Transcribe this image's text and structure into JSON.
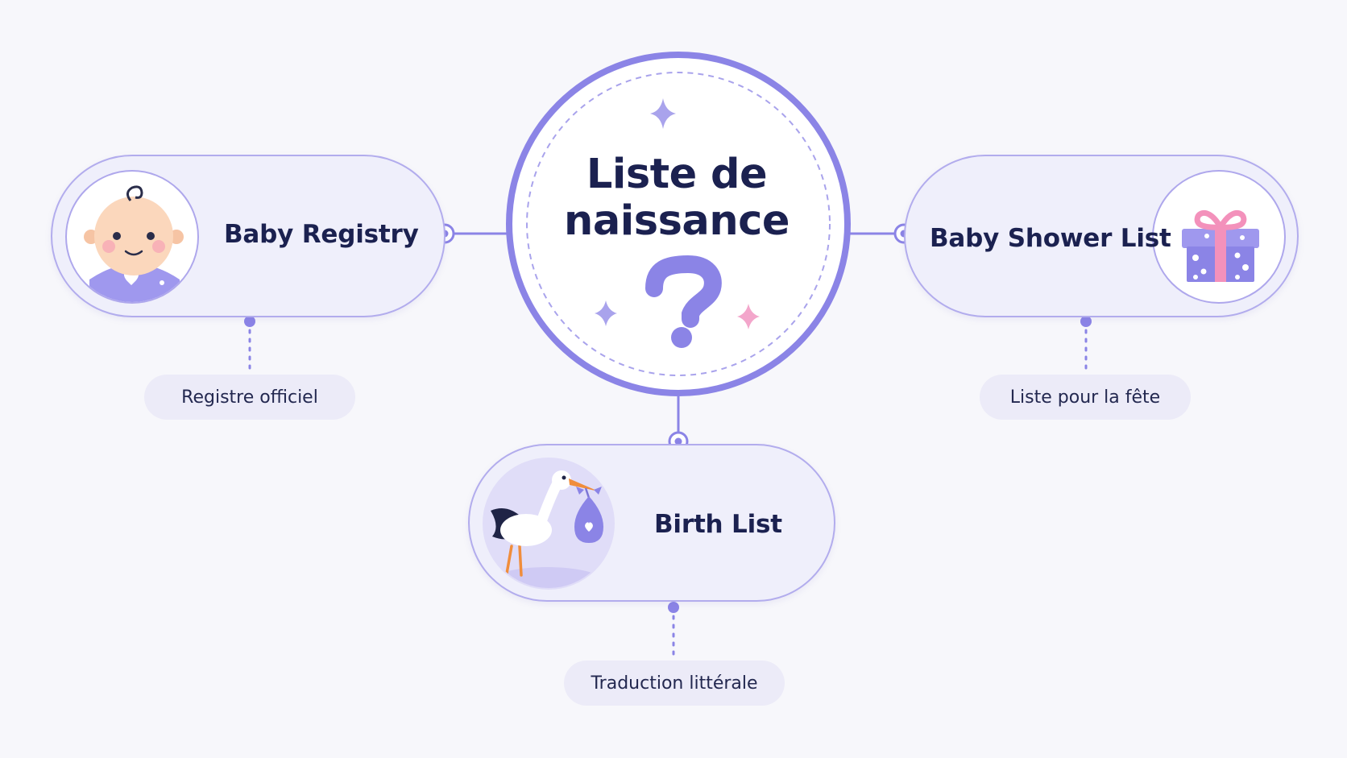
{
  "center": {
    "title_line1": "Liste de",
    "title_line2": "naissance",
    "symbol": "?"
  },
  "nodes": {
    "left": {
      "title": "Baby Registry",
      "note": "Registre officiel",
      "icon": "baby-icon"
    },
    "right": {
      "title": "Baby Shower List",
      "note": "Liste pour la fête",
      "icon": "gift-box-icon"
    },
    "bottom": {
      "title": "Birth List",
      "note": "Traduction littérale",
      "icon": "stork-icon"
    }
  },
  "colors": {
    "accent": "#8b84e6",
    "card_fill": "#efeffb",
    "card_border": "#b2aced",
    "text_dark": "#1b2150",
    "pink": "#f39ac2",
    "background": "#f7f7fb"
  }
}
